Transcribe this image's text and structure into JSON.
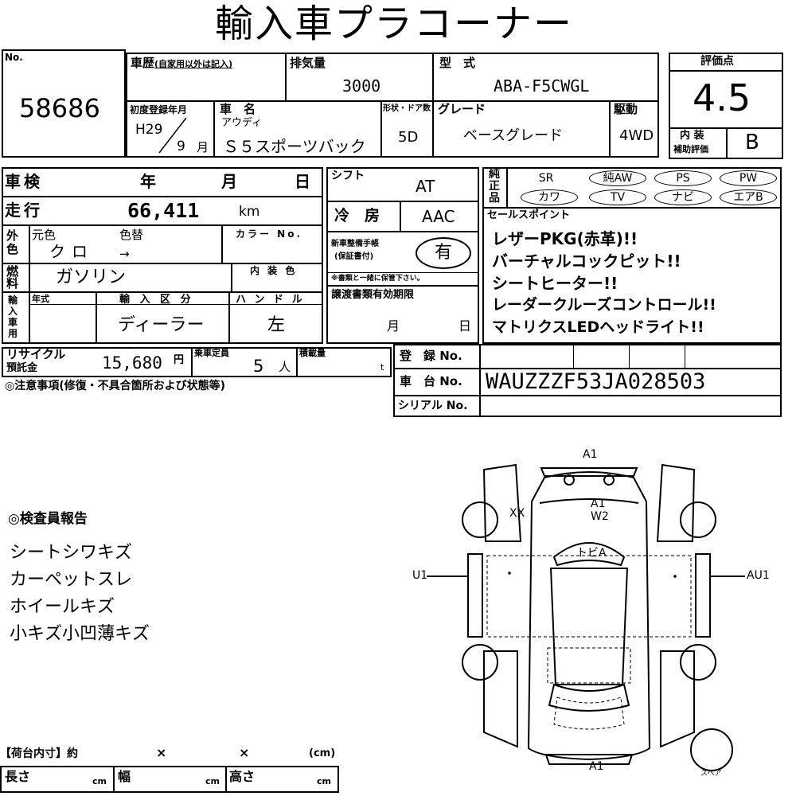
{
  "title": "輸入車プラコーナー",
  "lot": {
    "label": "No.",
    "number": "58686"
  },
  "history": {
    "label": "車歴",
    "note": "(自家用以外は記入)"
  },
  "displacement": {
    "label": "排気量",
    "value": "3000"
  },
  "model_code": {
    "label": "型　式",
    "value": "ABA-F5CWGL"
  },
  "first_registration": {
    "label": "初度登録年月",
    "era_year": "H29",
    "month": "9",
    "month_unit": "月"
  },
  "car_name": {
    "label": "車　名",
    "maker": "アウディ",
    "model": "Ｓ５スポーツバック"
  },
  "body": {
    "label": "形状・ドア数",
    "value": "5D"
  },
  "grade": {
    "label": "グレード",
    "value": "ベースグレード"
  },
  "drive": {
    "label": "駆動",
    "value": "4WD"
  },
  "score": {
    "label": "評価点",
    "value": "4.5",
    "interior_label_1": "内 装",
    "interior_label_2": "補助評価",
    "interior_value": "B"
  },
  "inspection": {
    "label": "車検",
    "year": "年",
    "month": "月",
    "day": "日"
  },
  "shift": {
    "label": "シフト",
    "value": "AT"
  },
  "options": {
    "label": "純正品",
    "row1": [
      "SR",
      "純AW",
      "PS",
      "PW"
    ],
    "row2": [
      "カワ",
      "TV",
      "ナビ",
      "エアB"
    ]
  },
  "mileage": {
    "label": "走行",
    "value": "66,411",
    "unit": "km"
  },
  "ac": {
    "label": "冷　房",
    "value": "AAC"
  },
  "color": {
    "label": "外色",
    "original": "元色",
    "original_value": "クロ",
    "change": "色替",
    "change_value": "→",
    "color_no": "カラー No."
  },
  "maintenance": {
    "label1": "新車整備手帳",
    "label2": "(保証書付)",
    "value": "有",
    "note": "※書類と一緒に保管下さい。"
  },
  "fuel": {
    "label": "燃料",
    "value": "ガソリン"
  },
  "interior_color": {
    "label": "内 装 色"
  },
  "import": {
    "label": "輸入車用",
    "year_label": "年式",
    "class_label": "輸 入 区 分",
    "class_value": "ディーラー",
    "handle_label": "ハ ン ド ル",
    "handle_value": "左"
  },
  "transfer": {
    "label": "譲渡書類有効期限",
    "month": "月",
    "day": "日"
  },
  "recycle": {
    "label1": "リサイクル",
    "label2": "預託金",
    "value": "15,680",
    "unit": "円"
  },
  "capacity": {
    "label": "乗車定員",
    "value": "5",
    "unit": "人"
  },
  "load": {
    "label": "積載量",
    "unit": "t"
  },
  "notes_label": "◎注意事項(修復・不具合箇所および状態等)",
  "registration": {
    "label": "登　録 No.",
    "chassis_label": "車　台 No.",
    "chassis_value": "WAUZZZF53JA028503",
    "serial_label": "シリアル No."
  },
  "sales_points": {
    "label": "セールスポイント",
    "items": [
      "レザーPKG(赤革)!!",
      "バーチャルコックピット!!",
      "シートヒーター!!",
      "レーダークルーズコントロール!!",
      "マトリクスLEDヘッドライト!!"
    ]
  },
  "inspector_report": {
    "label": "◎検査員報告",
    "items": [
      "シートシワキズ",
      "カーペットスレ",
      "ホイールキズ",
      "小キズ小凹薄キズ"
    ]
  },
  "cargo": {
    "label": "【荷台内寸】約",
    "times1": "×",
    "times2": "×",
    "unit": "(cm)",
    "length": "長さ",
    "width": "幅",
    "height": "高さ",
    "cm": "cm"
  },
  "diagram": {
    "front_label": "A1",
    "hood_label_1": "A1",
    "hood_label_2": "W2",
    "wheel_label": "XX",
    "roof_label": "トビA",
    "left_label": "U1",
    "right_label": "AU1",
    "rear_label": "A1",
    "spare_label": "スペア"
  }
}
